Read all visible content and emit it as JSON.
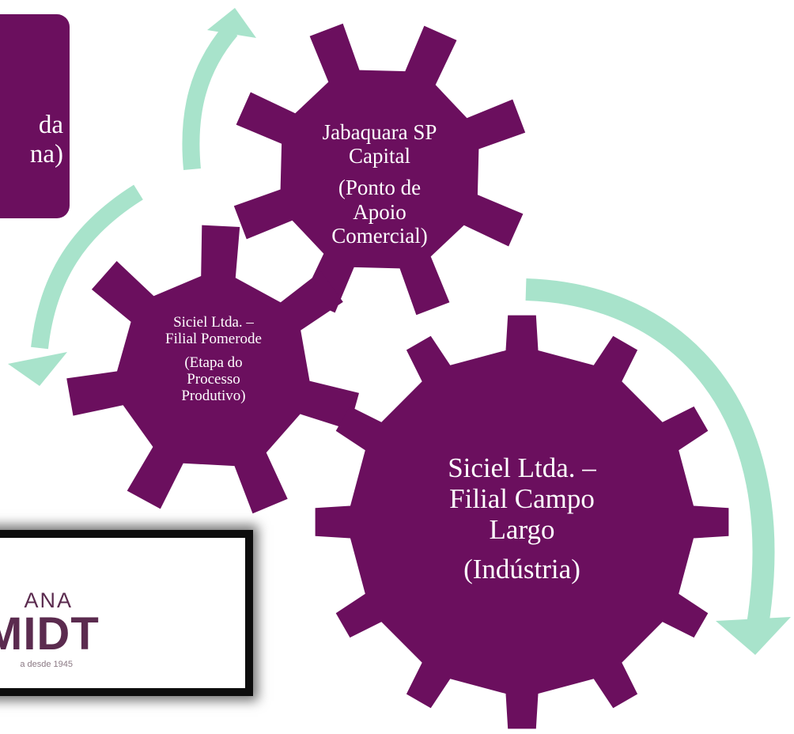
{
  "colors": {
    "gear": "#6b0f5e",
    "arrow": "#a8e3cb",
    "logo_text": "#5b2b4f",
    "frame": "#0d0d0d"
  },
  "left_box": {
    "line1": "da",
    "line2": "na)"
  },
  "gears": {
    "jabaquara": {
      "title1": "Jabaquara SP",
      "title2": "Capital",
      "sub1": "(Ponto de",
      "sub2": "Apoio",
      "sub3": "Comercial)"
    },
    "pomerode": {
      "title1": "Siciel Ltda. –",
      "title2": "Filial Pomerode",
      "sub1": "(Etapa do",
      "sub2": "Processo",
      "sub3": "Produtivo)"
    },
    "campo_largo": {
      "title1": "Siciel Ltda. –",
      "title2": "Filial Campo",
      "title3": "Largo",
      "sub1": "(Indústria)"
    }
  },
  "logo": {
    "line1": "ANA",
    "line2": "MIDT",
    "tagline": "a desde 1945"
  }
}
